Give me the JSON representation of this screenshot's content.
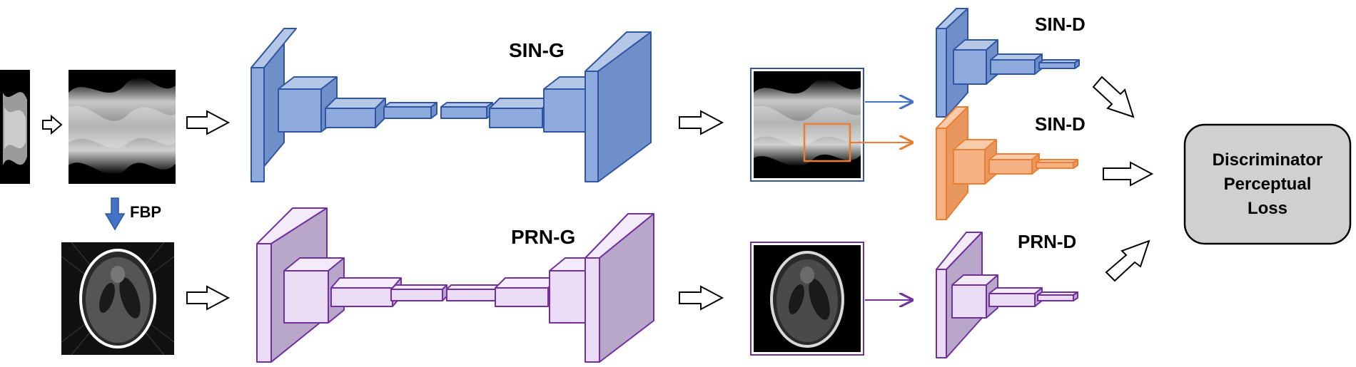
{
  "labels": {
    "sin_g": "SIN-G",
    "prn_g": "PRN-G",
    "sin_d_1": "SIN-D",
    "sin_d_2": "SIN-D",
    "prn_d": "PRN-D",
    "fbp": "FBP",
    "loss_line1": "Discriminator",
    "loss_line2": "Perceptual",
    "loss_line3": "Loss"
  },
  "colors": {
    "sin_front": "#8faadc",
    "sin_side": "#6f8fc8",
    "sin_top": "#b4c7e7",
    "sin_stroke": "#2f55a4",
    "prn_front": "#e9dcf4",
    "prn_side": "#b9a7c9",
    "prn_top": "#f3ebfa",
    "prn_stroke": "#7030a0",
    "orange_front": "#f4b183",
    "orange_side": "#e8985f",
    "orange_top": "#f8cbad",
    "orange_stroke": "#ed7d31",
    "arrow_blue": "#4472c4",
    "loss_fill": "#d0d0d0"
  },
  "icons": [
    "hollow-arrow-icon",
    "fbp-down-arrow-icon"
  ]
}
